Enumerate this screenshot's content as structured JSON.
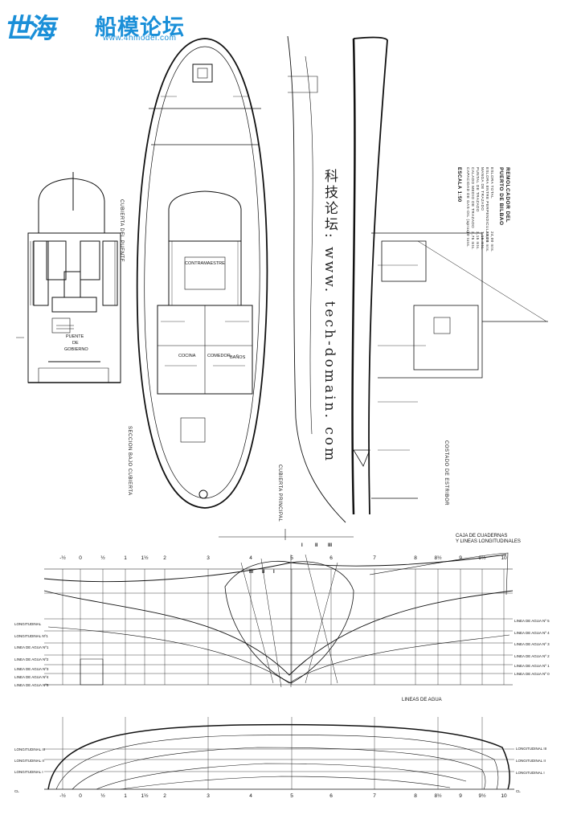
{
  "logo": {
    "mark": "世海",
    "name": "船模论坛",
    "url": "www.4hmodel.com"
  },
  "watermark": "科技论坛: www. tech-domain. com",
  "title_block": {
    "heading_1": "REMOLCADOR DEL",
    "heading_2": "PUERTO DE BILBAO",
    "rows": [
      {
        "label": "ESLORA TOTAL",
        "value": "24,00 mts."
      },
      {
        "label": "ESLORA ENTRE PERPENDICULARES",
        "value": "21,20 mts."
      },
      {
        "label": "MANGA DE TRAZADO",
        "value": "7,15 mts."
      },
      {
        "label": "PUNTAL DE TRAZADO",
        "value": "3,15 mts."
      },
      {
        "label": "CALADO MEDIO DE TRAZADO",
        "value": "2,75 mts."
      },
      {
        "label": "CAPACIDAD DE GAS-OIL (aprox)",
        "value": "40 tons."
      }
    ],
    "scale": "ESCALA 1:50"
  },
  "views": {
    "cubierta_del_puente": "CUBIERTA DEL PUENTE",
    "seccion_bajo_cubierta": "SECCION BAJO CUBIERTA",
    "cubierta_principal": "CUBIERTA PRINCIPAL",
    "costado_de_estribor": "COSTADO DE ESTRIBOR",
    "caja_line_1": "CAJA DE CUADERNAS",
    "caja_line_2": "Y LINEAS LONGITUDINALES",
    "lineas_de_agua": "LINEAS DE AGUA"
  },
  "stations_top": [
    "-½",
    "0",
    "½",
    "1",
    "1½",
    "2",
    "3",
    "4",
    "5",
    "6",
    "7",
    "8",
    "8½",
    "9",
    "9½",
    "10"
  ],
  "stations_bottom": [
    "-½",
    "0",
    "½",
    "1",
    "1½",
    "2",
    "3",
    "4",
    "5",
    "6",
    "7",
    "8",
    "8½",
    "9",
    "9½",
    "10"
  ],
  "frame_roman_top": [
    "I",
    "II",
    "III"
  ],
  "frame_roman_side": [
    "III",
    "II",
    "I"
  ],
  "longitudinal_labels_left": [
    "LONGITUDINAL",
    "LONGITUDINAL Nº1",
    "LINEA DE AGUA Nº1",
    "LINEA DE AGUA Nº2",
    "LINEA DE AGUA Nº3",
    "LINEA DE AGUA Nº4",
    "LINEA DE AGUA Nº5"
  ],
  "waterline_labels_right": [
    "LINEA DE AGUA Nº 5",
    "LINEA DE AGUA Nº 4",
    "LINEA DE AGUA Nº 3",
    "LINEA DE AGUA Nº 2",
    "LINEA DE AGUA Nº 1",
    "LINEA DE AGUA Nº 0"
  ],
  "half_breadth_labels_left": [
    "LONGITUDINAL III",
    "LONGITUDINAL II",
    "LONGITUDINAL I",
    "CL"
  ],
  "half_breadth_labels_right": [
    "LONGITUDINAL III",
    "LONGITUDINAL II",
    "LONGITUDINAL I",
    "CL"
  ],
  "bridge_labels": [
    "PUENTE",
    "DE",
    "GOBIERNO"
  ],
  "plan_labels": [
    "CONTRAMAESTRE",
    "COCINA",
    "COMEDOR",
    "BAÑOS"
  ]
}
